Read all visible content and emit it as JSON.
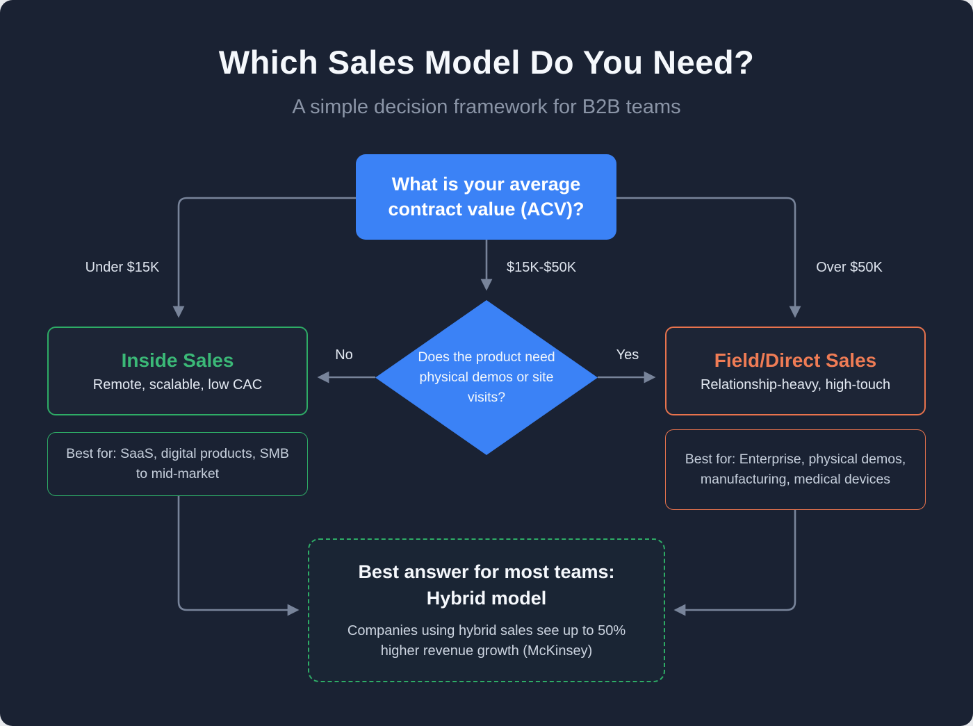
{
  "header": {
    "title": "Which Sales Model Do You Need?",
    "subtitle": "A simple decision framework for B2B teams"
  },
  "root_question": {
    "text": "What is your average contract value (ACV)?"
  },
  "branch_labels": {
    "left": "Under $15K",
    "middle": "$15K-$50K",
    "right": "Over $50K"
  },
  "decision_diamond": {
    "question": "Does the product need physical demos or site visits?",
    "no_label": "No",
    "yes_label": "Yes"
  },
  "inside_sales": {
    "title": "Inside Sales",
    "subtitle": "Remote, scalable, low CAC",
    "best_for": "Best for: SaaS, digital products, SMB to mid-market"
  },
  "field_sales": {
    "title": "Field/Direct Sales",
    "subtitle": "Relationship-heavy, high-touch",
    "best_for": "Best for: Enterprise, physical demos, manufacturing, medical devices"
  },
  "hybrid": {
    "title_line1": "Best answer for most teams:",
    "title_line2": "Hybrid model",
    "body": "Companies using hybrid sales see up to 50% higher revenue growth (McKinsey)"
  },
  "colors": {
    "background": "#1a2233",
    "blue": "#3b82f6",
    "green": "#2eac66",
    "orange": "#e8734d",
    "arrow": "#78849a",
    "muted_text": "#8b95a7"
  }
}
